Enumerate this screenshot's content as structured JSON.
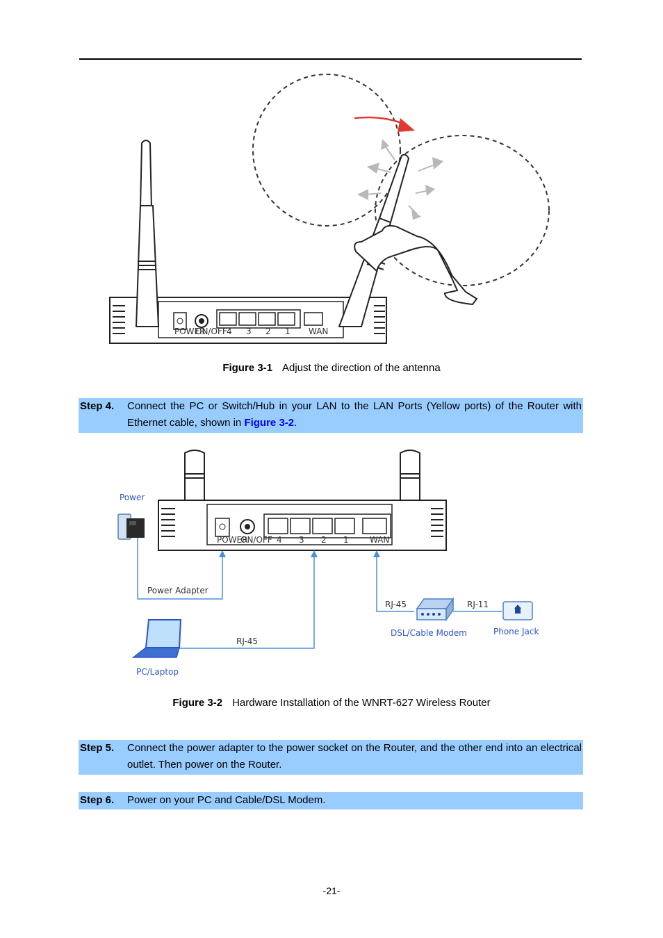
{
  "figure1": {
    "label": "Figure 3-1",
    "caption": "Adjust the direction of the antenna",
    "port_labels": [
      "POWER",
      "ON/OFF",
      "4",
      "3",
      "2",
      "1",
      "WAN"
    ]
  },
  "step4": {
    "label": "Step 4.",
    "text_before": "Connect the PC or Switch/Hub in your LAN to the LAN Ports (Yellow ports) of the Router with Ethernet cable, shown in ",
    "link": "Figure 3-2",
    "text_after": "."
  },
  "figure2": {
    "label": "Figure 3-2",
    "caption": "Hardware Installation of the WNRT-627 Wireless Router",
    "labels": {
      "power": "Power",
      "power_adapter": "Power Adapter",
      "rj45_modem": "RJ-45",
      "rj11": "RJ-11",
      "modem": "DSL/Cable Modem",
      "phone_jack": "Phone Jack",
      "rj45_pc": "RJ-45",
      "pc": "PC/Laptop"
    },
    "port_labels": [
      "POWER",
      "ON/OFF",
      "4",
      "3",
      "2",
      "1",
      "WAN"
    ]
  },
  "step5": {
    "label": "Step 5.",
    "text": "Connect the power adapter to the power socket on the Router, and the other end into an electrical outlet. Then power on the Router."
  },
  "step6": {
    "label": "Step 6.",
    "text": "Power on your PC and Cable/DSL Modem."
  },
  "page_number": "-21-"
}
